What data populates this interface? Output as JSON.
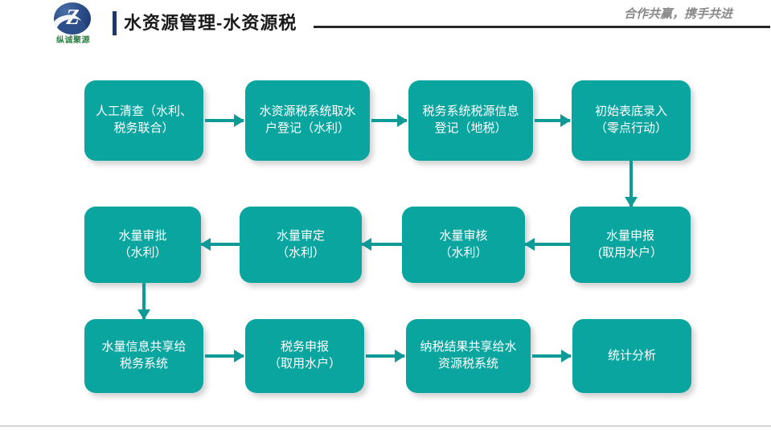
{
  "header": {
    "logo": {
      "mark_letter": "Z",
      "company_name": "纵诚聚源",
      "brand_color": "#1f3864",
      "company_name_color": "#2f7d46"
    },
    "title": "水资源管理-水资源税",
    "tagline": "合作共赢，携手共进",
    "accent_color": "#1f3864",
    "rule_color": "#262626"
  },
  "diagram": {
    "node_color": "#0BA5A0",
    "arrow_color": "#0E9B98",
    "rows": [
      {
        "row_id": "row-1",
        "direction": "left-to-right",
        "nodes": [
          {
            "id": "n1",
            "label": "人工清查（水利、\n税务联合）"
          },
          {
            "id": "n2",
            "label": "水资源税系统取水\n户登记（水利）"
          },
          {
            "id": "n3",
            "label": "税务系统税源信息\n登记（地税）"
          },
          {
            "id": "n4",
            "label": "初始表底录入\n（零点行动）"
          }
        ]
      },
      {
        "row_id": "row-2",
        "direction": "right-to-left",
        "nodes": [
          {
            "id": "n5",
            "label": "水量审批\n（水利）"
          },
          {
            "id": "n6",
            "label": "水量审定\n（水利）"
          },
          {
            "id": "n7",
            "label": "水量审核\n（水利）"
          },
          {
            "id": "n8",
            "label": "水量申报\n(取用水户）"
          }
        ]
      },
      {
        "row_id": "row-3",
        "direction": "left-to-right",
        "nodes": [
          {
            "id": "n9",
            "label": "水量信息共享给\n税务系统"
          },
          {
            "id": "n10",
            "label": "税务申报\n（取用水户）"
          },
          {
            "id": "n11",
            "label": "纳税结果共享给水\n资源税系统"
          },
          {
            "id": "n12",
            "label": "统计分析"
          }
        ]
      }
    ]
  },
  "footer": {
    "rule_color": "#d6d6d6"
  }
}
